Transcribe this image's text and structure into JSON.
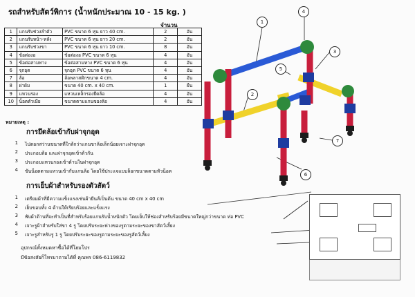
{
  "document": {
    "title": "รถสำหรับสัตว์พิการ (น้ำหนักประมาณ 10 - 15 kg. )",
    "qty_header": "จำนวน",
    "parts": [
      {
        "no": "1",
        "name": "แกนรับช่วงลำตัว",
        "spec": "PVC ขนาด 6 หุน ยาว 40 cm.",
        "qty": "2",
        "unit": "อัน"
      },
      {
        "no": "2",
        "name": "แกนรับหน้า-หลัง",
        "spec": "PVC ขนาด 6 หุน ยาว 20 cm.",
        "qty": "2",
        "unit": "อัน"
      },
      {
        "no": "3",
        "name": "แกนรับช่วงขา",
        "spec": "PVC ขนาด 6 หุน ยาว 10 cm.",
        "qty": "8",
        "unit": "อัน"
      },
      {
        "no": "4",
        "name": "ข้อต่องอ",
        "spec": "ข้อต่องอ PVC ขนาด 6 หุน",
        "qty": "4",
        "unit": "อัน"
      },
      {
        "no": "5",
        "name": "ข้อต่อสามทาง",
        "spec": "ข้อต่อสามทาง PVC ขนาด 6 หุน",
        "qty": "4",
        "unit": "อัน"
      },
      {
        "no": "6",
        "name": "จุกอุด",
        "spec": "จุกอุด PVC ขนาด 6 หุน",
        "qty": "4",
        "unit": "อัน"
      },
      {
        "no": "7",
        "name": "ล้อ",
        "spec": "ล้อพลาสติกขนาด 4 cm.",
        "qty": "4",
        "unit": "อัน"
      },
      {
        "no": "8",
        "name": "ฝาผ้ม",
        "spec": "ขนาด 40 cm. x 40 cm.",
        "qty": "1",
        "unit": "ผืน"
      },
      {
        "no": "9",
        "name": "แหวนรอง",
        "spec": "แหวนเหล็กรองยึดล้อ",
        "qty": "4",
        "unit": "อัน"
      },
      {
        "no": "10",
        "name": "น็อตตัวเมีย",
        "spec": "ขนาดตามแกนของล้อ",
        "qty": "4",
        "unit": "อัน"
      }
    ],
    "note_label": "หมายเหตุ :",
    "section1": {
      "heading": "การยึดล้อเข้ากับฝาจุกอุด",
      "steps": [
        {
          "n": "1",
          "text": "ไปตอกสว่านขนาดที่ใกล้กว่าแกนขาล้อเล็กน้อยเจาะฝาจุกอุด"
        },
        {
          "n": "2",
          "text": "ประกอบล้อ และฝาจุกอุดเข้าด้วกัน"
        },
        {
          "n": "3",
          "text": "ประกอบแหวนรองเข้าด้านในฝาจุกอุด"
        },
        {
          "n": "4",
          "text": "ขันน็อตตามแหวนเข้ากับแกนล้อ โดยใช้ประแจแบบล็อกขนาดตามหัวน็อต"
        }
      ]
    },
    "section2": {
      "heading": "การเย็บผ้าสำหรับรองตัวสัตว์",
      "steps": [
        {
          "n": "1",
          "text": "เตรียมผ้าที่มีความแข็งแรงเช่นผ้ายีนส์เป็นต้น ขนาด 40 cm x 40 cm"
        },
        {
          "n": "2",
          "text": "เย็บขอบทั้ง 4 ด้านให้เรียบร้อยและแข็งแรง"
        },
        {
          "n": "3",
          "text": "พับผ้าด้านที่จะทำเป็นที่สำหรับร้อยแกนรับน้ำหนักตัว โดยเย็บให้ช่องสำหรับร้อยมีขนาดใหญ่กว่าขนาด ท่อ PVC"
        },
        {
          "n": "4",
          "text": "เจาะรูผ้าสำหรับใส่ขา 4 รู โดยปรับระยะห่างของรูตามระยะของขาสัตว์เลี้ยง"
        },
        {
          "n": "5",
          "text": "เจาะรูสำหรับรู 1 รู โดยปรับระยะของรูตามระยะของรูสัตว์เลี้ยง"
        }
      ]
    },
    "footer": {
      "line1": "อุปกรณ์ทั้งหมดหาซื้อได้ที่โฮมโปร",
      "line2": "มีข้อสงสัยก็โทรมาถามได้ที่ คุณพร 086-6119832"
    },
    "callouts": [
      "1",
      "2",
      "3",
      "4",
      "5",
      "6",
      "7"
    ]
  },
  "colors": {
    "pipe_blue": "#2a5ad6",
    "pipe_yellow": "#f0d22a",
    "pipe_red": "#c81e3c",
    "connector_green": "#2e8a3c",
    "connector_blue": "#1e3ca0",
    "wheel_black": "#1c1c1c"
  }
}
